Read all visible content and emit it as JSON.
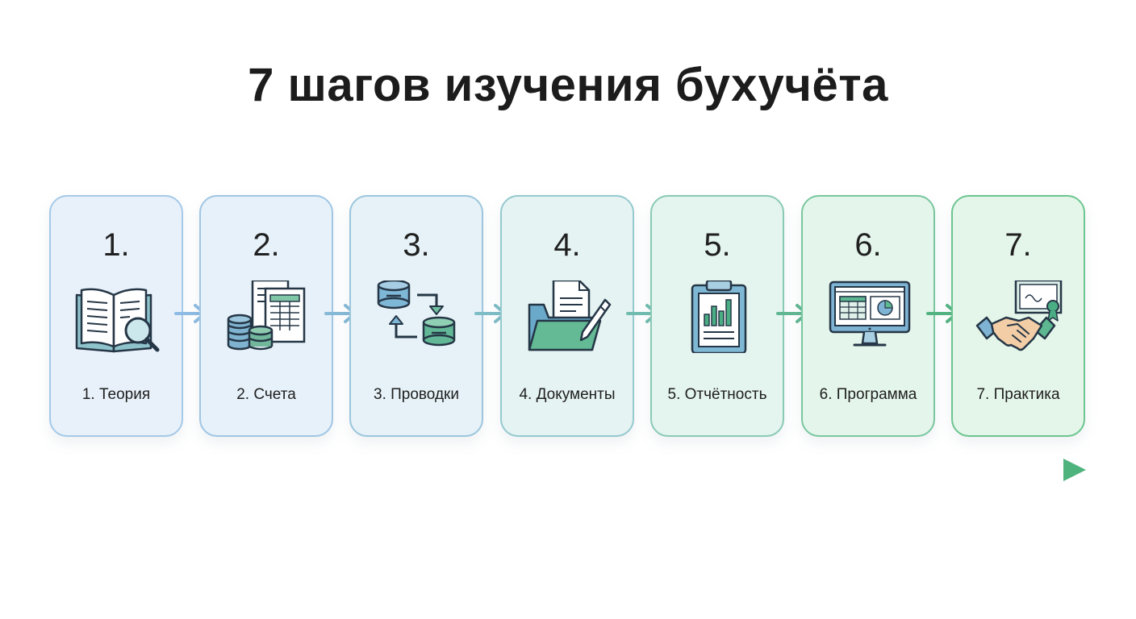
{
  "title": "7 шагов изучения бухучёта",
  "colors": {
    "start": "#8cbbe2",
    "end": "#4fb37d",
    "card_border_start": "#9cc3e4",
    "card_border_end": "#6cc796"
  },
  "steps": [
    {
      "number": "1.",
      "label": "1. Теория",
      "icon": "book-magnifier-icon"
    },
    {
      "number": "2.",
      "label": "2. Счета",
      "icon": "documents-coins-icon"
    },
    {
      "number": "3.",
      "label": "3. Проводки",
      "icon": "database-transfer-icon"
    },
    {
      "number": "4.",
      "label": "4. Документы",
      "icon": "folder-pen-icon"
    },
    {
      "number": "5.",
      "label": "5. Отчётность",
      "icon": "clipboard-chart-icon"
    },
    {
      "number": "6.",
      "label": "6. Программа",
      "icon": "monitor-spreadsheet-icon"
    },
    {
      "number": "7.",
      "label": "7. Практика",
      "icon": "handshake-certificate-icon"
    }
  ]
}
